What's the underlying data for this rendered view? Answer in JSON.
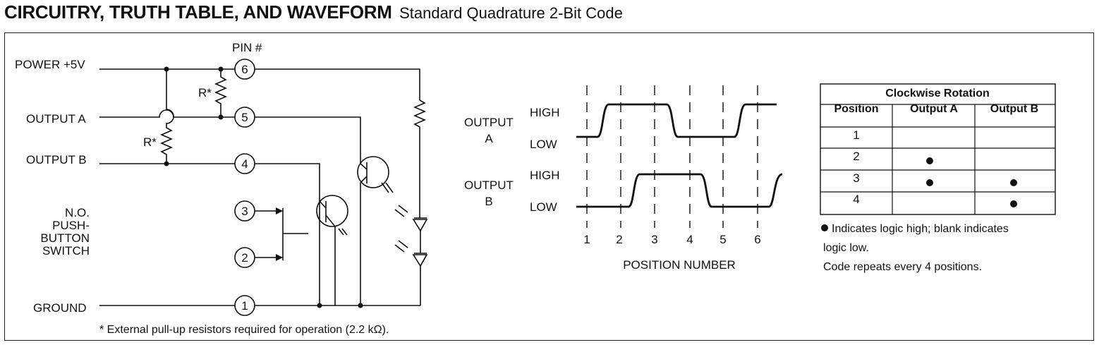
{
  "header": {
    "title": "CIRCUITRY, TRUTH TABLE, AND WAVEFORM",
    "subtitle": "Standard Quadrature 2-Bit Code"
  },
  "circuit": {
    "pin_header": "PIN #",
    "labels": {
      "power": "POWER +5V",
      "output_a": "OUTPUT A",
      "output_b": "OUTPUT B",
      "switch": [
        "N.O.",
        "PUSH-",
        "BUTTON",
        "SWITCH"
      ],
      "ground": "GROUND"
    },
    "resistor_label": "R*",
    "pins": [
      "6",
      "5",
      "4",
      "3",
      "2",
      "1"
    ],
    "footnote": "* External pull-up resistors required for operation (2.2 kΩ)."
  },
  "waveform": {
    "output_a_label": [
      "OUTPUT",
      "A"
    ],
    "output_b_label": [
      "OUTPUT",
      "B"
    ],
    "high_label": "HIGH",
    "low_label": "LOW",
    "positions": [
      "1",
      "2",
      "3",
      "4",
      "5",
      "6"
    ],
    "xlabel": "POSITION NUMBER"
  },
  "truth_table": {
    "caption": "Clockwise Rotation",
    "columns": [
      "Position",
      "Output A",
      "Output B"
    ],
    "rows": [
      {
        "position": "1",
        "a": false,
        "b": false
      },
      {
        "position": "2",
        "a": true,
        "b": false
      },
      {
        "position": "3",
        "a": true,
        "b": true
      },
      {
        "position": "4",
        "a": false,
        "b": true
      }
    ],
    "legend_symbol": "●",
    "legend": [
      "Indicates logic high; blank indicates",
      "logic low.",
      "Code repeats every 4 positions."
    ]
  }
}
